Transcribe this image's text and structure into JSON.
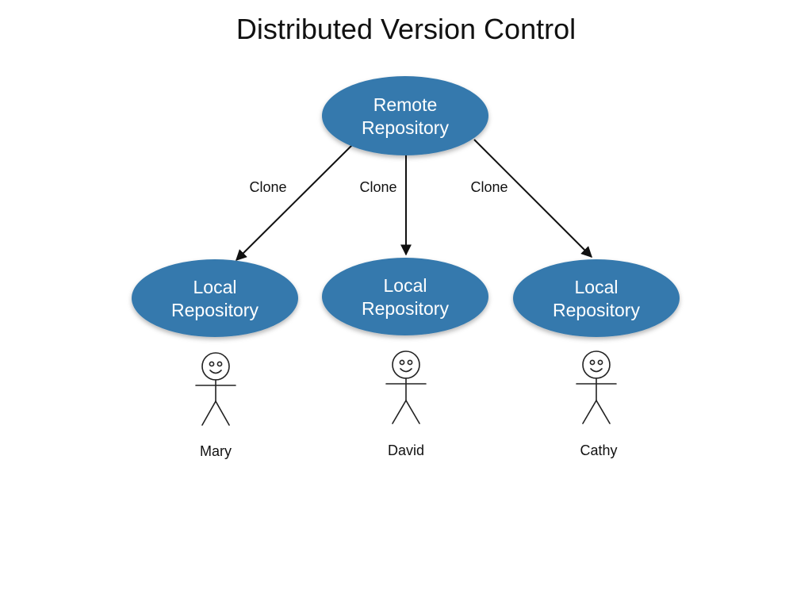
{
  "title": "Distributed Version Control",
  "colors": {
    "node_fill": "#3579ad",
    "node_text": "#ffffff",
    "line": "#111111"
  },
  "nodes": {
    "remote": {
      "line1": "Remote",
      "line2": "Repository"
    },
    "local_left": {
      "line1": "Local",
      "line2": "Repository"
    },
    "local_center": {
      "line1": "Local",
      "line2": "Repository"
    },
    "local_right": {
      "line1": "Local",
      "line2": "Repository"
    }
  },
  "edges": [
    {
      "from": "remote",
      "to": "local_left",
      "label": "Clone"
    },
    {
      "from": "remote",
      "to": "local_center",
      "label": "Clone"
    },
    {
      "from": "remote",
      "to": "local_right",
      "label": "Clone"
    }
  ],
  "people": [
    {
      "name": "Mary",
      "icon": "stick-figure-icon"
    },
    {
      "name": "David",
      "icon": "stick-figure-icon"
    },
    {
      "name": "Cathy",
      "icon": "stick-figure-icon"
    }
  ]
}
